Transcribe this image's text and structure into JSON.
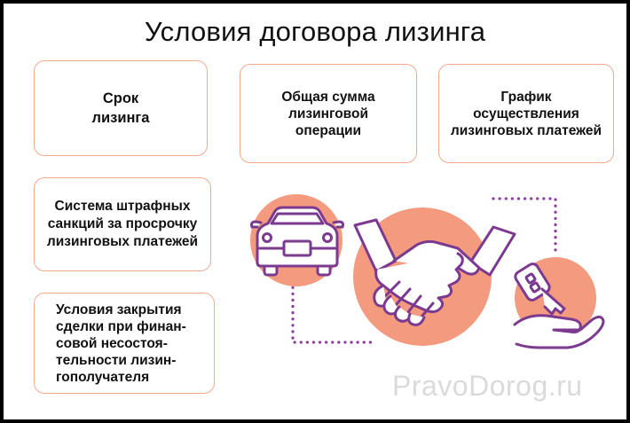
{
  "title": "Условия договора лизинга",
  "cards": {
    "term": "Срок\nлизинга",
    "total": "Общая сумма\nлизинговой\nоперации",
    "schedule": "График\nосуществления\nлизинговых платежей",
    "penalty": "Система штрафных\nсанкций за просрочку\nлизинговых платежей",
    "closing": "Условия закрытия\nсделки при финан-\nсовой несостоя-\nтельности лизин-\nгополучателя"
  },
  "watermark": "PravoDorog.ru",
  "colors": {
    "accent": "#f49a7f",
    "card_border": "#f0a98f",
    "outline": "#7b3a8f",
    "dots": "#8a3f9c"
  },
  "icons": [
    "car-icon",
    "handshake-icon",
    "car-key-icon",
    "open-hand-icon"
  ]
}
